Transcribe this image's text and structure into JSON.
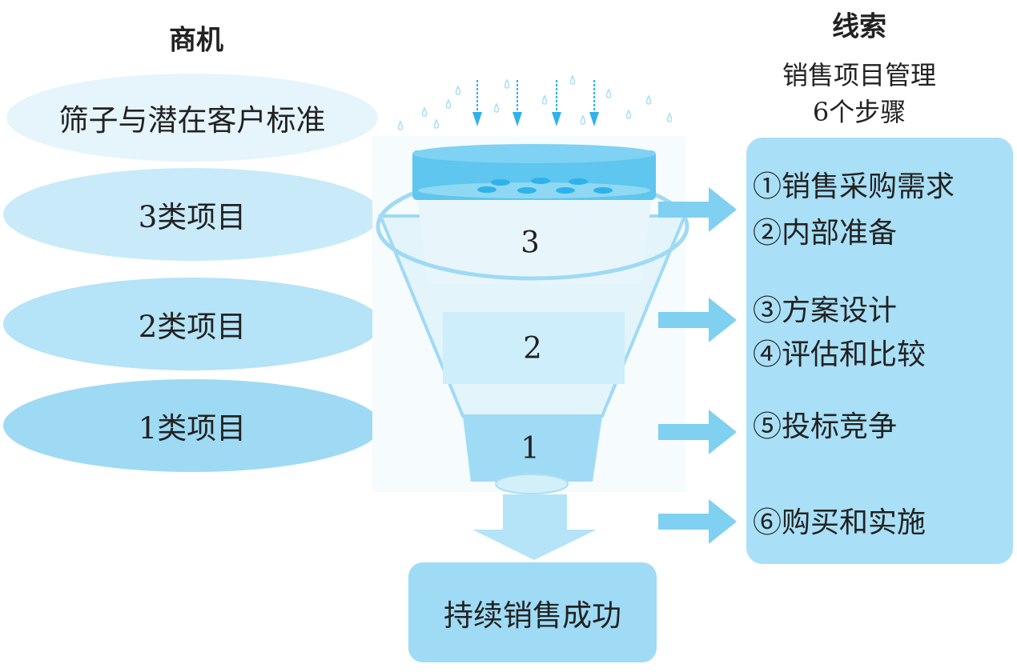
{
  "left_title": "商机",
  "right_title": "线索",
  "right_subtitle_1": "销售项目管理",
  "right_subtitle_2": "6个步骤",
  "opportunities": [
    "筛子与潜在客户标准",
    "3类项目",
    "2类项目",
    "1类项目"
  ],
  "funnel_levels": [
    "3",
    "2",
    "1"
  ],
  "steps": [
    "①销售采购需求",
    "②内部准备",
    "③方案设计",
    "④评估和比较",
    "⑤投标竞争",
    "⑥购买和实施"
  ],
  "result": "持续销售成功",
  "colors": {
    "accent": "#5ec6ef",
    "box": "#a9e0f7",
    "arrow": "#7fd0f1"
  }
}
